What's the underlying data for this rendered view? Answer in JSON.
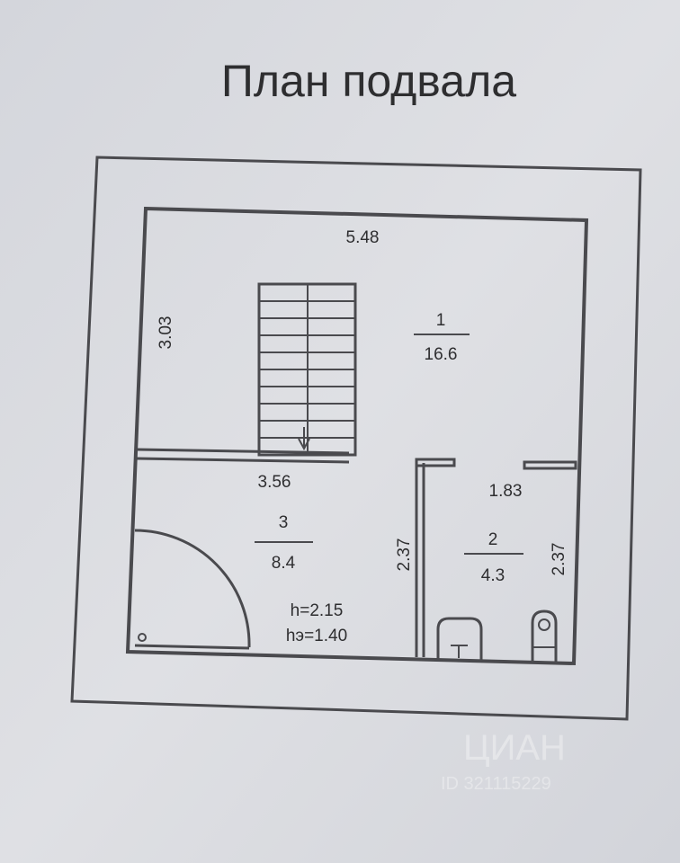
{
  "title": "План подвала",
  "dimensions": {
    "top_width": "5.48",
    "left_height": "3.03",
    "lower_width": "3.56",
    "bath_width": "1.83",
    "bath_left_height": "2.37",
    "bath_right_height": "2.37"
  },
  "rooms": [
    {
      "number": "1",
      "area": "16.6"
    },
    {
      "number": "2",
      "area": "4.3"
    },
    {
      "number": "3",
      "area": "8.4"
    }
  ],
  "heights": {
    "h": "h=2.15",
    "he": "hэ=1.40"
  },
  "watermark": {
    "brand": "ЦИАН",
    "id": "ID 321115229"
  }
}
